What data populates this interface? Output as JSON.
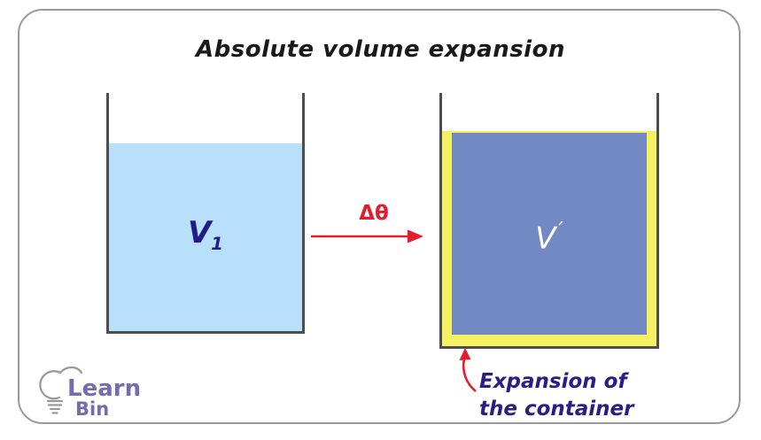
{
  "title": "Absolute volume expansion",
  "left_container": {
    "label": "V",
    "subscript": "1",
    "liquid_color": "#b9e0fa"
  },
  "right_container": {
    "label": "V",
    "prime": "′",
    "liquid_color": "#7289c4",
    "expansion_color": "#f6f063"
  },
  "transition": {
    "delta_label": "Δθ",
    "arrow_color": "#e51c2c"
  },
  "annotation": {
    "line1": "Expansion of",
    "line2": "the container"
  },
  "logo": {
    "word1": "Learn",
    "word2": "Bin",
    "icon": "lightbulb-icon",
    "color": "#746cab"
  },
  "colors": {
    "frame_border": "#999999",
    "container_wall": "#4d4d4d",
    "label_navy": "#231b8a",
    "annotation_navy": "#2b1d85",
    "title": "#1a1a1a",
    "background": "#ffffff"
  }
}
